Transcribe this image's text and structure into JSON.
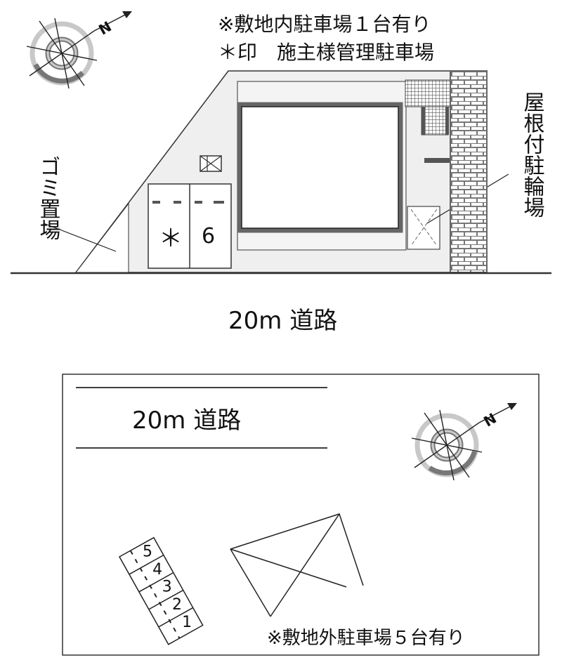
{
  "site_plan": {
    "note_onsite_parking": "※敷地内駐車場１台有り",
    "note_owner_parking": "＊印　施主様管理駐車場",
    "garbage_label": "ゴミ置場",
    "bicycle_label": "屋根付駐輪場",
    "parking_space_owner": "＊",
    "parking_space_number": "6",
    "road_label": "20m 道路",
    "compass_label": "N"
  },
  "offsite_map": {
    "road_label": "20m 道路",
    "compass_label": "N",
    "parking_slots": [
      "5",
      "4",
      "3",
      "2",
      "1"
    ],
    "note_offsite_parking": "※敷地外駐車場５台有り"
  },
  "colors": {
    "line": "#111111",
    "fill": "#eeeeee",
    "wall": "#666666",
    "brick": "#777777"
  }
}
